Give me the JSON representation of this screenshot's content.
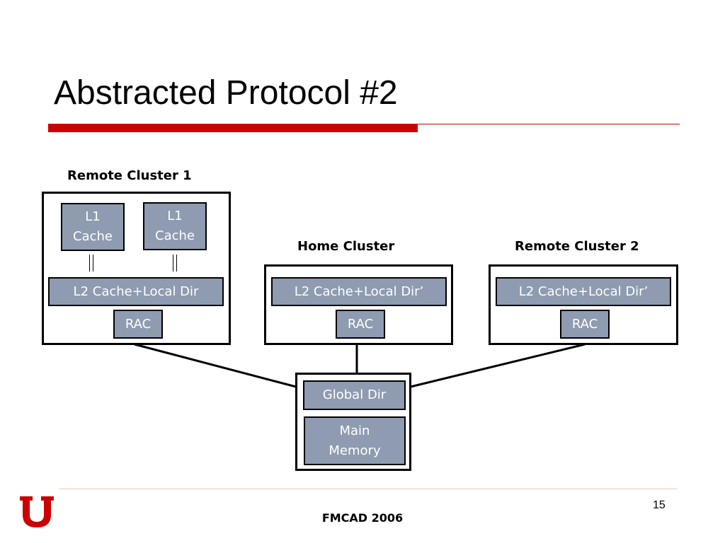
{
  "slide": {
    "title": "Abstracted Protocol #2",
    "page_number": "15",
    "footer": "FMCAD 2006"
  },
  "clusters": {
    "remote1": {
      "label": "Remote Cluster 1",
      "l1_left": "L1\nCache",
      "l1_right": "L1\nCache",
      "l2": "L2 Cache+Local Dir",
      "rac": "RAC"
    },
    "home": {
      "label": "Home Cluster",
      "l2": "L2 Cache+Local Dir’",
      "rac": "RAC"
    },
    "remote2": {
      "label": "Remote Cluster 2",
      "l2": "L2 Cache+Local Dir’",
      "rac": "RAC"
    }
  },
  "memory_node": {
    "global_dir": "Global Dir",
    "main_memory": "Main\nMemory"
  },
  "colors": {
    "accent_red": "#cc0000",
    "block_fill": "#8e9bb0",
    "block_text": "#ffffff"
  }
}
